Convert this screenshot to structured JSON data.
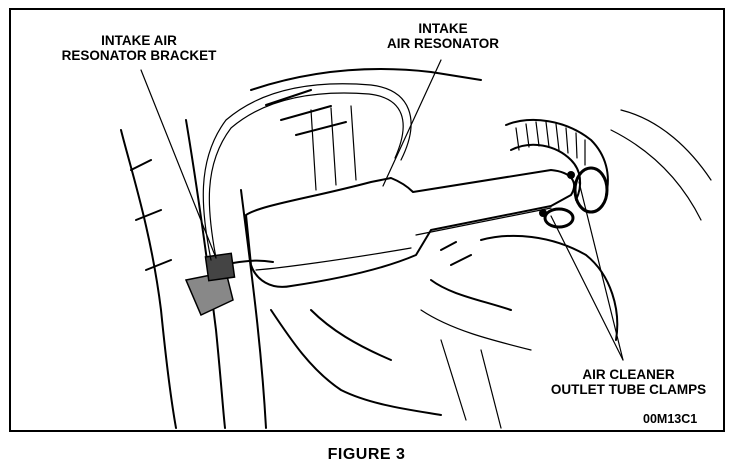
{
  "labels": {
    "bracket_line1": "INTAKE AIR",
    "bracket_line2": "RESONATOR BRACKET",
    "resonator_line1": "INTAKE",
    "resonator_line2": "AIR RESONATOR",
    "clamps_line1": "AIR CLEANER",
    "clamps_line2": "OUTLET TUBE CLAMPS",
    "code": "00M13C1"
  },
  "caption": "FIGURE 3"
}
